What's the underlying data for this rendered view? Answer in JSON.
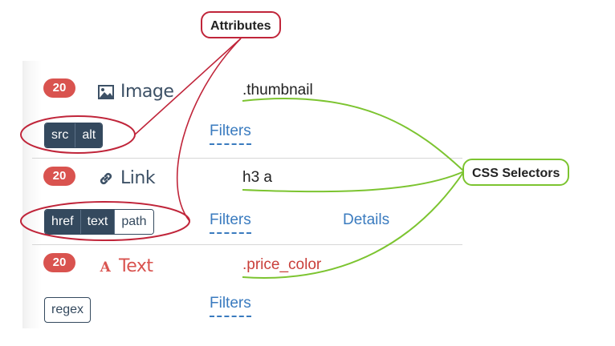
{
  "callouts": {
    "attributes": "Attributes",
    "css_selectors": "CSS Selectors"
  },
  "rows": [
    {
      "count": "20",
      "type": "Image",
      "icon": "image-icon",
      "selector": ".thumbnail",
      "attributes": [
        {
          "label": "src",
          "enabled": true
        },
        {
          "label": "alt",
          "enabled": true
        }
      ],
      "filters": "Filters"
    },
    {
      "count": "20",
      "type": "Link",
      "icon": "link-icon",
      "selector": "h3 a",
      "attributes": [
        {
          "label": "href",
          "enabled": true
        },
        {
          "label": "text",
          "enabled": true
        },
        {
          "label": "path",
          "enabled": false
        }
      ],
      "filters": "Filters",
      "details": "Details"
    },
    {
      "count": "20",
      "type": "Text",
      "icon": "text-icon",
      "selector": ".price_color",
      "attributes": [
        {
          "label": "regex",
          "enabled": false
        }
      ],
      "filters": "Filters"
    }
  ],
  "colors": {
    "attributes_accent": "#c0253a",
    "css_accent": "#7cc430",
    "badge": "#d9534f",
    "chip": "#34495e",
    "link": "#3a7bbf"
  }
}
